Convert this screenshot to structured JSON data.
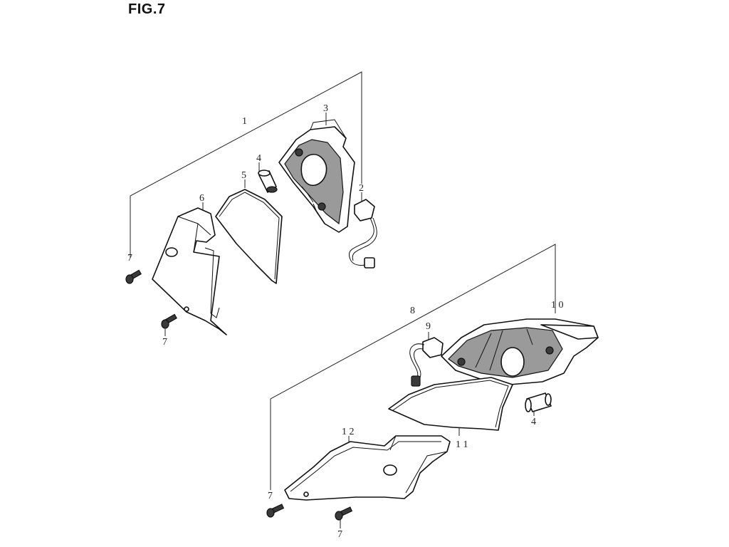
{
  "figure_title": "FIG.7",
  "callouts": {
    "c1": "1",
    "c2": "2",
    "c3": "3",
    "c4a": "4",
    "c5": "5",
    "c6": "6",
    "c7a": "7",
    "c7b": "7",
    "c8": "8",
    "c9": "9",
    "c10": "1 0",
    "c11": "1 1",
    "c12": "1 2",
    "c4b": "4",
    "c7c": "7",
    "c7d": "7"
  }
}
